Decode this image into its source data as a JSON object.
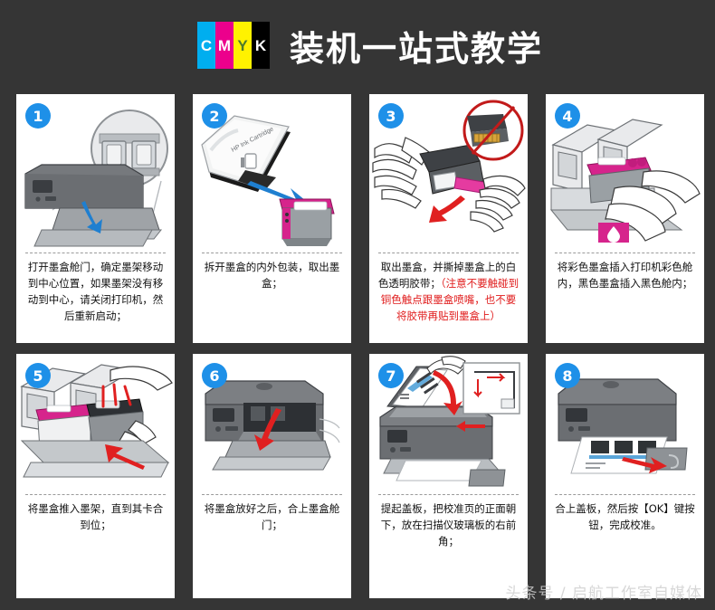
{
  "header": {
    "logo": {
      "letters": [
        "C",
        "M",
        "Y",
        "K"
      ],
      "colors": [
        "#00aeef",
        "#ec008c",
        "#fff200",
        "#000000"
      ]
    },
    "title": "装机一站式教学"
  },
  "colors": {
    "background": "#353535",
    "card": "#ffffff",
    "badge": "#1e90e8",
    "warning_text": "#e01b1b",
    "arrow_blue": "#1f7fd0",
    "arrow_red": "#e02020",
    "magenta": "#d6248c",
    "printer_body": "#6a6d70"
  },
  "steps": [
    {
      "number": "1",
      "name": "open-cartridge-door",
      "caption": "打开墨盒舱门，确定墨架移动到中心位置，如果墨架没有移动到中心，请关闭打印机，然后重新启动；",
      "warning": ""
    },
    {
      "number": "2",
      "name": "unpack-cartridge",
      "caption": "拆开墨盒的内外包装，取出墨盒；",
      "warning": ""
    },
    {
      "number": "3",
      "name": "remove-protective-tape",
      "caption": "取出墨盒，并撕掉墨盒上的白色透明胶带；",
      "warning": "（注意不要触碰到铜色触点跟墨盒喷嘴，也不要将胶带再贴到墨盒上）"
    },
    {
      "number": "4",
      "name": "insert-cartridge-into-slot",
      "caption": "将彩色墨盒插入打印机彩色舱内，黑色墨盒插入黑色舱内；",
      "warning": ""
    },
    {
      "number": "5",
      "name": "push-cartridge-into-carriage",
      "caption": "将墨盒推入墨架，直到其卡合到位；",
      "warning": ""
    },
    {
      "number": "6",
      "name": "close-cartridge-door",
      "caption": "将墨盒放好之后，合上墨盒舱门；",
      "warning": ""
    },
    {
      "number": "7",
      "name": "place-alignment-page-on-glass",
      "caption": "提起盖板，把校准页的正面朝下，放在扫描仪玻璃板的右前角；",
      "warning": ""
    },
    {
      "number": "8",
      "name": "close-lid-press-ok",
      "caption": "合上盖板，然后按【OK】键按钮，完成校准。",
      "warning": ""
    }
  ],
  "watermark": "头条号 / 启航工作室自媒体"
}
